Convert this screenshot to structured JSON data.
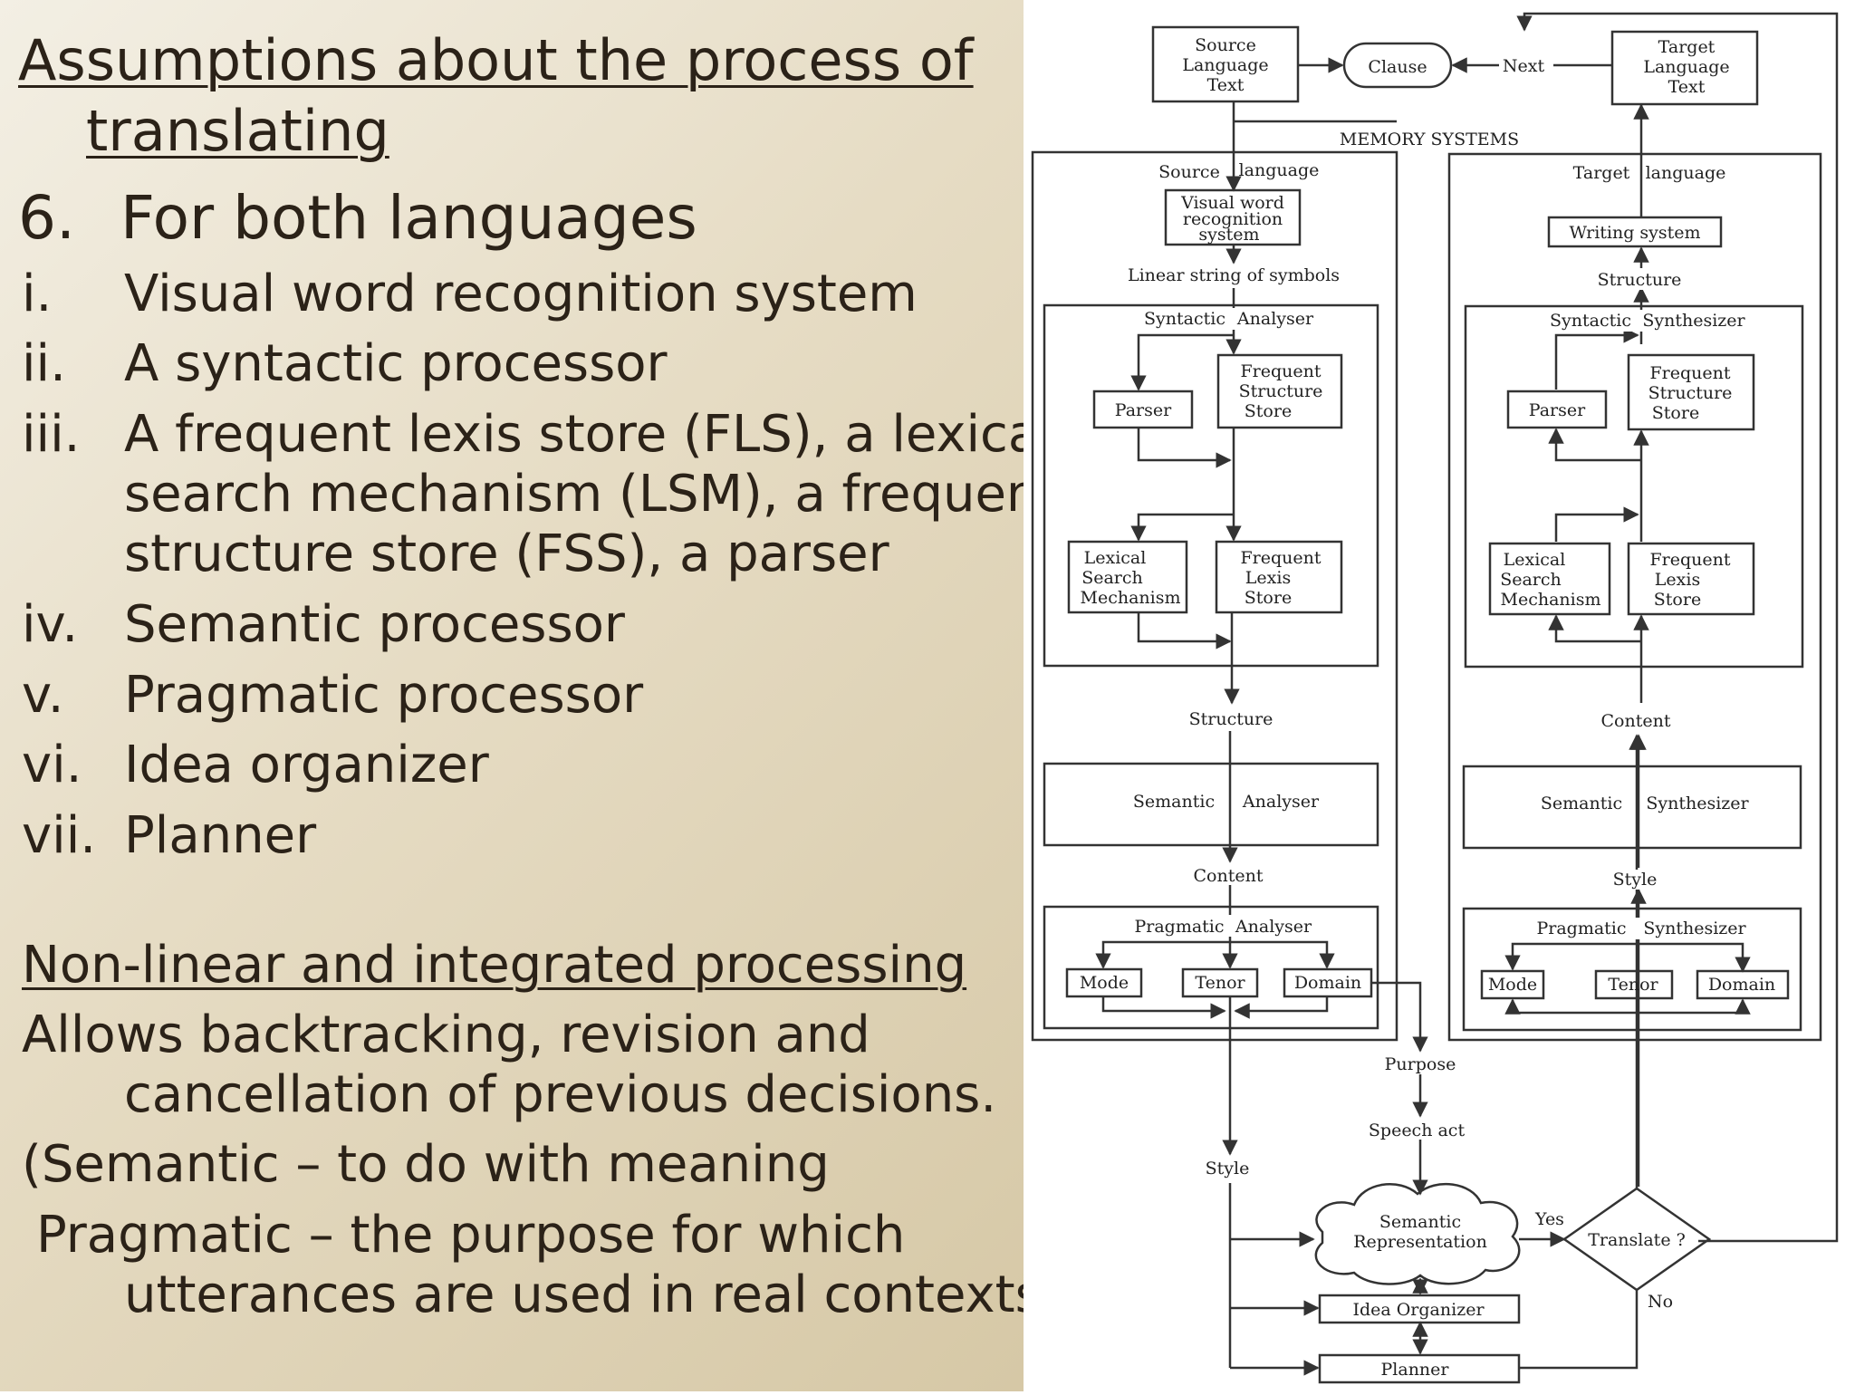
{
  "slide": {
    "title_line1": "Assumptions about the process of",
    "title_line2": "translating",
    "point_number": "6.",
    "point_text": "For both languages",
    "items": [
      {
        "num": "i.",
        "lines": [
          "Visual word recognition system"
        ]
      },
      {
        "num": "ii.",
        "lines": [
          "A syntactic processor"
        ]
      },
      {
        "num": "iii.",
        "lines": [
          "A frequent lexis store (FLS), a lexical",
          "search mechanism (LSM), a frequent",
          "structure store (FSS), a parser"
        ]
      },
      {
        "num": "iv.",
        "lines": [
          "Semantic processor"
        ]
      },
      {
        "num": "v.",
        "lines": [
          "Pragmatic processor"
        ]
      },
      {
        "num": "vi.",
        "lines": [
          "Idea organizer"
        ]
      },
      {
        "num": "vii.",
        "lines": [
          "Planner"
        ]
      }
    ],
    "subheading": "Non-linear and integrated processing",
    "para1_line1": "Allows backtracking, revision and",
    "para1_line2": "cancellation of previous decisions.",
    "para2_line1": "(Semantic – to do with meaning",
    "para3_line1": "Pragmatic – the purpose for which",
    "para3_line2": "utterances are used in real contexts)"
  },
  "diagram": {
    "source_text": [
      "Source",
      "Language",
      "Text"
    ],
    "clause": "Clause",
    "next": "Next",
    "target_text": [
      "Target",
      "Language",
      "Text"
    ],
    "memory_systems": "MEMORY SYSTEMS",
    "source_language": [
      "Source",
      "language"
    ],
    "target_language": [
      "Target",
      "language"
    ],
    "visual_word": [
      "Visual word",
      "recognition",
      "system"
    ],
    "writing_system": "Writing system",
    "linear_string": "Linear string of symbols",
    "structure": "Structure",
    "syntactic": "Syntactic",
    "analyser": "Analyser",
    "synthesizer": "Synthesizer",
    "parser": "Parser",
    "fss": [
      "Frequent",
      "Structure",
      "Store"
    ],
    "lsm": [
      "Lexical",
      "Search",
      "Mechanism"
    ],
    "fls": [
      "Frequent",
      "Lexis",
      "Store"
    ],
    "content": "Content",
    "semantic": "Semantic",
    "style": "Style",
    "pragmatic": "Pragmatic",
    "mode": "Mode",
    "tenor": "Tenor",
    "domain": "Domain",
    "purpose": "Purpose",
    "speech_act": "Speech act",
    "semantic_rep": [
      "Semantic",
      "Representation"
    ],
    "translate": "Translate ?",
    "yes": "Yes",
    "no": "No",
    "idea_organizer": "Idea  Organizer",
    "planner": "Planner"
  }
}
